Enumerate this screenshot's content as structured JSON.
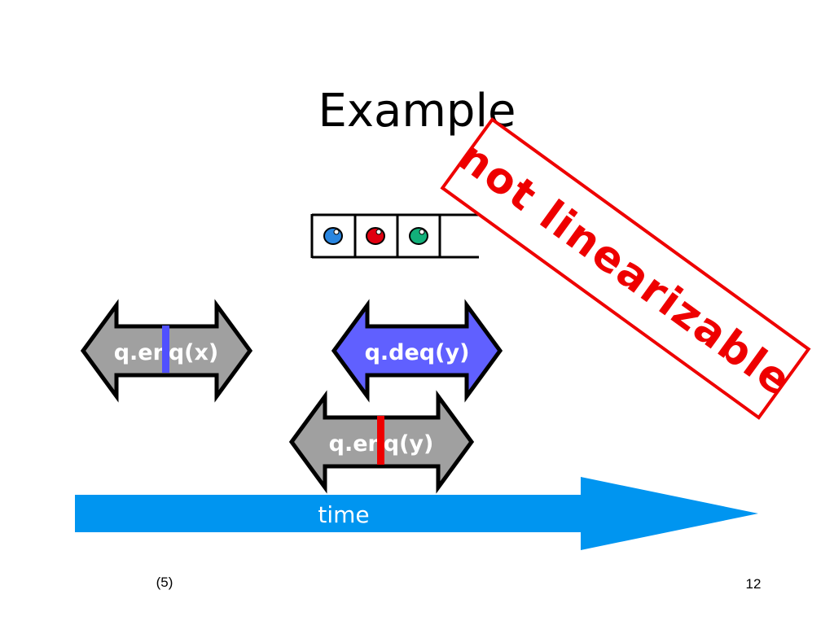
{
  "title": "Example",
  "queue": {
    "items": [
      {
        "name": "blue-ball",
        "color": "#2a86e0"
      },
      {
        "name": "red-ball",
        "color": "#e00010"
      },
      {
        "name": "green-ball",
        "color": "#12b07a"
      }
    ]
  },
  "operations": {
    "enq_x": {
      "label": "q.enq(x)",
      "fill": "#a0a0a0",
      "marker_color": "#5050ff"
    },
    "deq_y": {
      "label": "q.deq(y)",
      "fill": "#6060ff"
    },
    "enq_y": {
      "label": "q.enq(y)",
      "fill": "#a0a0a0",
      "marker_color": "#ee0000"
    }
  },
  "timeline": {
    "label": "time",
    "color": "#0095f0"
  },
  "stamp": {
    "text": "not linearizable",
    "color": "#ee0000"
  },
  "footer": {
    "left": "(5)",
    "right": "12"
  }
}
